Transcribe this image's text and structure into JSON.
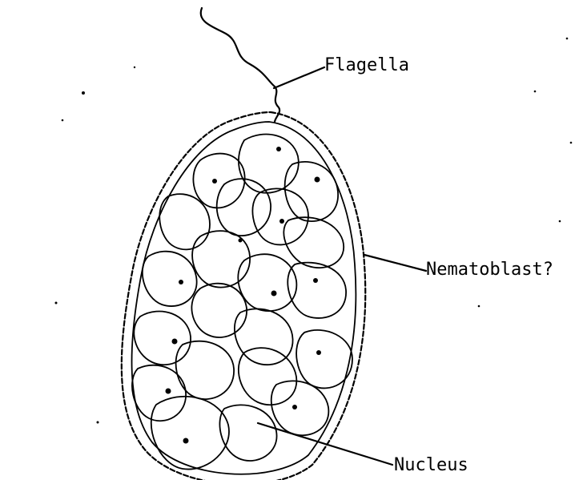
{
  "labels": {
    "flagella": "Flagella",
    "nematoblast": "Nematoblast?",
    "nucleus": "Nucleus"
  }
}
